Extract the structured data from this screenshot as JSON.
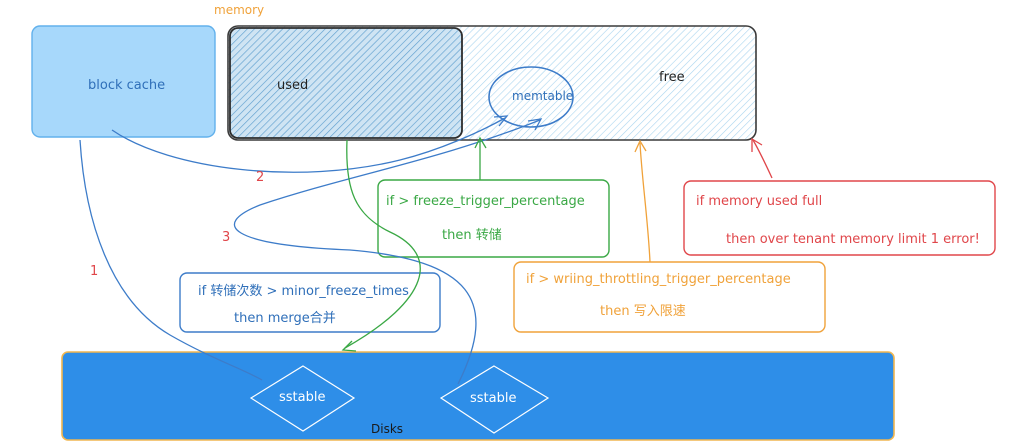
{
  "memory": {
    "title": "memory",
    "used_label": "used",
    "free_label": "free",
    "memtable_label": "memtable"
  },
  "block_cache": {
    "label": "block cache"
  },
  "disks": {
    "label": "Disks",
    "sstable_left": "sstable",
    "sstable_right": "sstable"
  },
  "edges": {
    "label_1": "1",
    "label_2": "2",
    "label_3": "3"
  },
  "freeze_rule": {
    "condition": "if > freeze_trigger_percentage",
    "action": "then  转储"
  },
  "merge_rule": {
    "condition": "if 转储次数 > minor_freeze_times",
    "action": "then merge合并"
  },
  "throttle_rule": {
    "condition": "if > wriing_throttling_trigger_percentage",
    "action": "then    写入限速"
  },
  "memory_full_rule": {
    "condition": "if memory used full",
    "action": "then  over tenant memory limit 1 error!"
  },
  "colors": {
    "blue_line": "#3d7cc9",
    "green": "#3aa845",
    "orange": "#f0a23a",
    "red": "#e0464a",
    "block_cache_fill": "#a7d8fb",
    "disk_fill": "#2e8ee8"
  }
}
